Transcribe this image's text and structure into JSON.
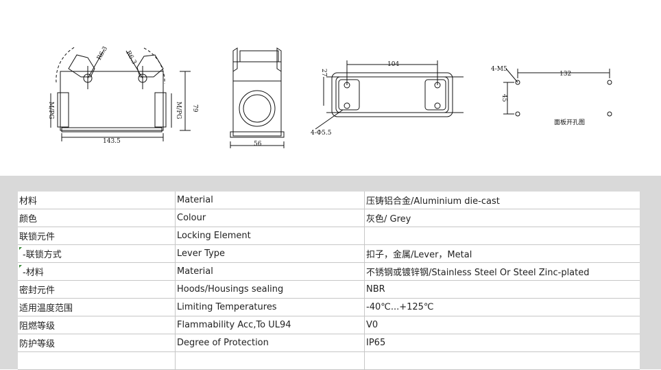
{
  "drawing": {
    "view1": {
      "r1": "R6.3",
      "r2": "R6.3",
      "width": "143.5",
      "height": "79",
      "thread_left": "M/PG",
      "thread_right": "M/PG"
    },
    "view2": {
      "width": "56"
    },
    "view3": {
      "width": "104",
      "height": "27",
      "holes": "4-Φ5.5"
    },
    "view4": {
      "holes": "4-M5",
      "width": "132",
      "height": "45",
      "caption": "面板开孔图"
    }
  },
  "spec_table": {
    "rows": [
      {
        "cn": "材料",
        "en": "Material",
        "value": "压铸铝合金/Aluminium die-cast"
      },
      {
        "cn": "颜色",
        "en": "Colour",
        "value": "灰色/ Grey"
      },
      {
        "cn": "联锁元件",
        "en": "Locking Element",
        "value": ""
      },
      {
        "cn": "-联锁方式",
        "en": "Lever Type",
        "value": "扣子，金属/Lever，Metal"
      },
      {
        "cn": "-材料",
        "en": "Material",
        "value": "不锈钢或镀锌钢/Stainless Steel Or Steel Zinc-plated"
      },
      {
        "cn": "密封元件",
        "en": "Hoods/Housings sealing",
        "value": "NBR"
      },
      {
        "cn": "适用温度范围",
        "en": "Limiting Temperatures",
        "value": "-40℃...+125℃"
      },
      {
        "cn": "阻燃等级",
        "en": "Flammability Acc,To UL94",
        "value": "V0"
      },
      {
        "cn": "防护等级",
        "en": "Degree of Protection",
        "value": "IP65"
      },
      {
        "cn": "",
        "en": "",
        "value": ""
      }
    ]
  }
}
